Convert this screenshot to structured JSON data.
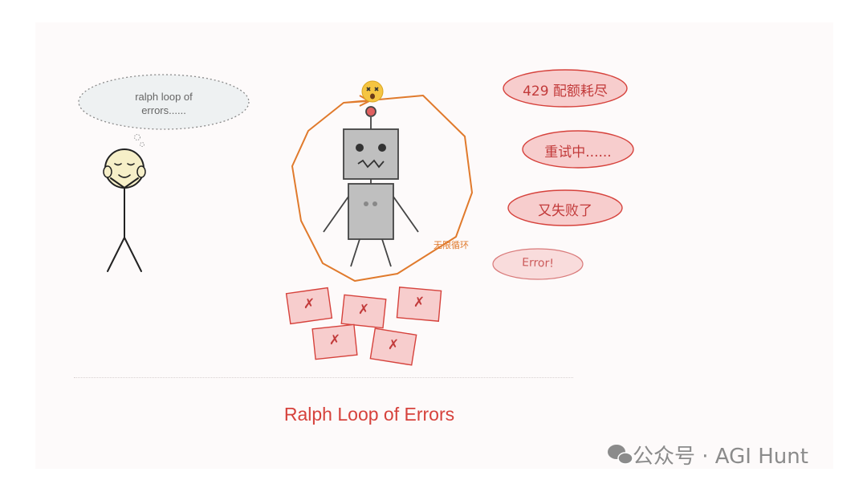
{
  "thought": {
    "line1": "ralph loop of",
    "line2": "errors......"
  },
  "loop_label": "无限循环",
  "messages": [
    {
      "text": "429 配额耗尽"
    },
    {
      "text": "重试中......"
    },
    {
      "text": "又失败了"
    },
    {
      "text": "Error!"
    }
  ],
  "error_cards": [
    {
      "mark": "✗"
    },
    {
      "mark": "✗"
    },
    {
      "mark": "✗"
    },
    {
      "mark": "✗"
    },
    {
      "mark": "✗"
    }
  ],
  "caption": "Ralph Loop of Errors",
  "watermark": {
    "text": "公众号 · AGI Hunt"
  },
  "colors": {
    "accent": "#d6423c",
    "pill_fill": "#f7cdcd",
    "loop": "#e07a2c",
    "robot_body": "#bfbfbf"
  }
}
